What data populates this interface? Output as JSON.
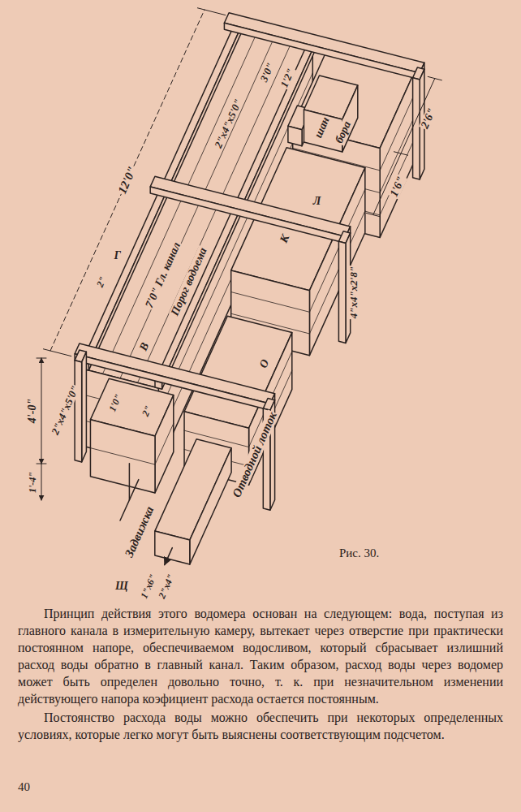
{
  "diagram": {
    "caption": "Рис. 30.",
    "labels": [
      "12'0\"",
      "2'6\"",
      "1'6\"",
      "3'0\"",
      "1'2\"",
      "шан",
      "бора",
      "4\"x4\"x2'8\"",
      "2\"x4\"x5'0\"",
      "7'0\" Гл. канал",
      "Г",
      "2\"",
      "В",
      "Порог водоема",
      "К",
      "Л",
      "2\"x4\"x5'0\"",
      "4'-0\"",
      "1'-4\"",
      "1'0\"",
      "2\"",
      "О",
      "Отводной лоток",
      "Задвижка",
      "Щ",
      "1\"x6\"",
      "2\"x4\"",
      "Принцип действия этого водомера основан на следующем: вода, поступая из главного канала в измерительную камеру, вытекает через отверстие при практически постоянном напоре, обеспечиваемом водосливом, который сбрасывает излишний расход воды обратно в главный канал. Таким образом, расход воды через водомер может быть определен довольно точно, т. к. при незначительном изменении действующего напора коэфициент расхода остается постоянным.",
      "Постоянство расхода воды можно обеспечить при некоторых определенных условиях, которые легко могут быть выяснены соответствующим подсчетом.",
      "40"
    ]
  }
}
